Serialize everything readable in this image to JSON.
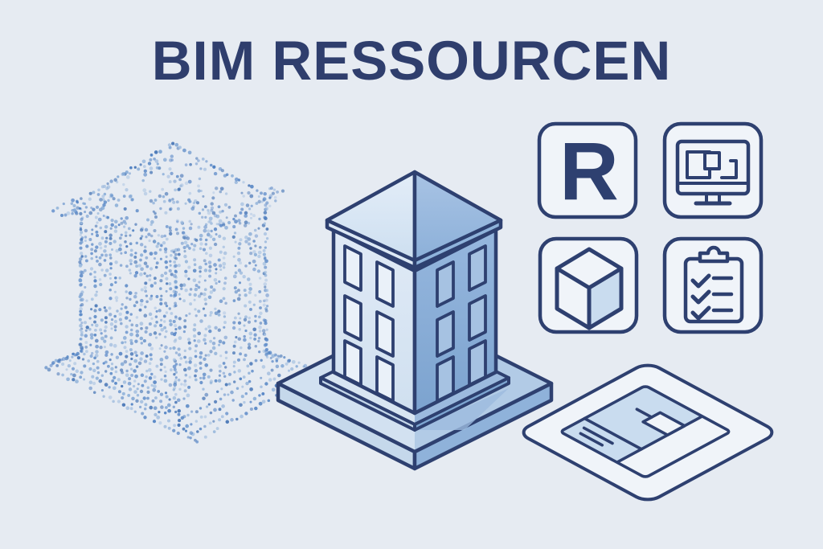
{
  "title": "BIM RESSOURCEN",
  "r_icon": {
    "label": "R",
    "name": "r-software-icon"
  },
  "icons": [
    {
      "name": "r-software-icon"
    },
    {
      "name": "bim-software-monitor-icon"
    },
    {
      "name": "3d-model-cube-icon"
    },
    {
      "name": "bim-checklist-clipboard-icon"
    }
  ],
  "illustrations": {
    "point_cloud": "point-cloud-scan-building",
    "building": "isometric-building-model",
    "floor_plan": "isometric-floor-plan"
  },
  "colors": {
    "background": "#e6ebf2",
    "outline_navy": "#2e4070",
    "title_navy": "#2f3e6d",
    "tile_fill": "#f0f4f9",
    "face_light": "#dce8f5",
    "face_medium": "#8fb3db",
    "accent_light_blue": "#c9dcef",
    "point_dot_blue": "#4a7dc1"
  }
}
